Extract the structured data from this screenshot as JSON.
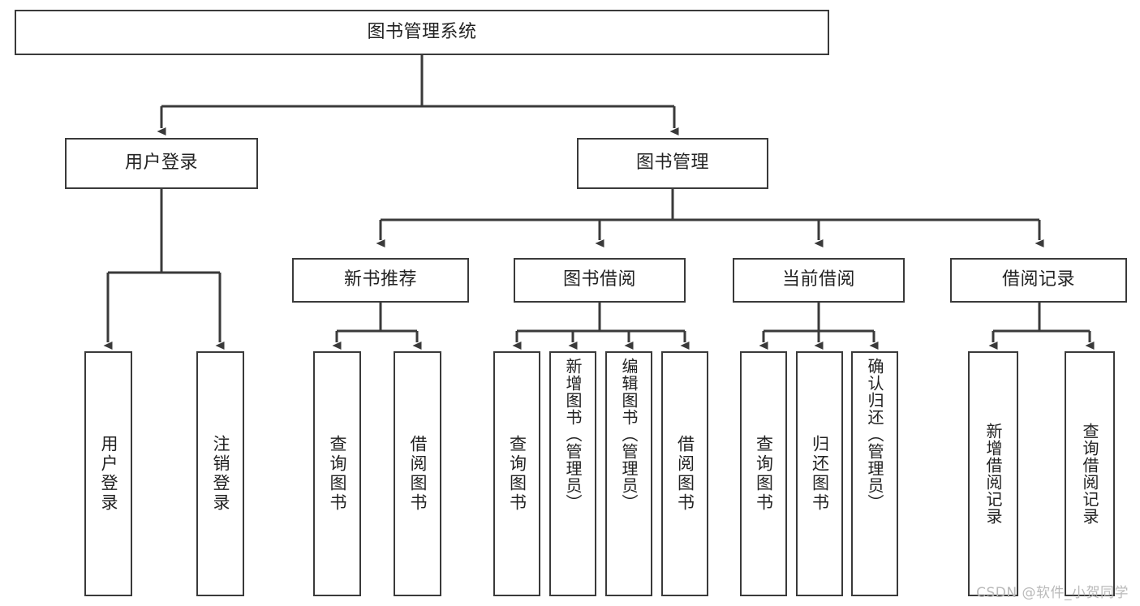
{
  "diagram": {
    "title": "图书管理系统",
    "type": "tree",
    "colors": {
      "box_border": "#3a3a3a",
      "box_fill": "#ffffff",
      "line": "#3a3a3a",
      "text": "#222222",
      "watermark": "#b9b9b9",
      "background": "#ffffff"
    }
  },
  "root": {
    "label": "图书管理系统"
  },
  "level2": [
    {
      "label": "用户登录"
    },
    {
      "label": "图书管理"
    }
  ],
  "level3": [
    {
      "label": "新书推荐"
    },
    {
      "label": "图书借阅"
    },
    {
      "label": "当前借阅"
    },
    {
      "label": "借阅记录"
    }
  ],
  "leaves": {
    "user_login": [
      {
        "label": "用户登录"
      },
      {
        "label": "注销登录"
      }
    ],
    "new_books": [
      {
        "label": "查询图书"
      },
      {
        "label": "借阅图书"
      }
    ],
    "book_borrow": [
      {
        "label": "查询图书"
      },
      {
        "label": "新增图书（管理员）"
      },
      {
        "label": "编辑图书（管理员）"
      },
      {
        "label": "借阅图书"
      }
    ],
    "current_borrow": [
      {
        "label": "查询图书"
      },
      {
        "label": "归还图书"
      },
      {
        "label": "确认归还（管理员）"
      }
    ],
    "borrow_record": [
      {
        "label": "新增借阅记录"
      },
      {
        "label": "查询借阅记录"
      }
    ]
  },
  "watermark": {
    "text": "CSDN @软件_小贺同学"
  }
}
